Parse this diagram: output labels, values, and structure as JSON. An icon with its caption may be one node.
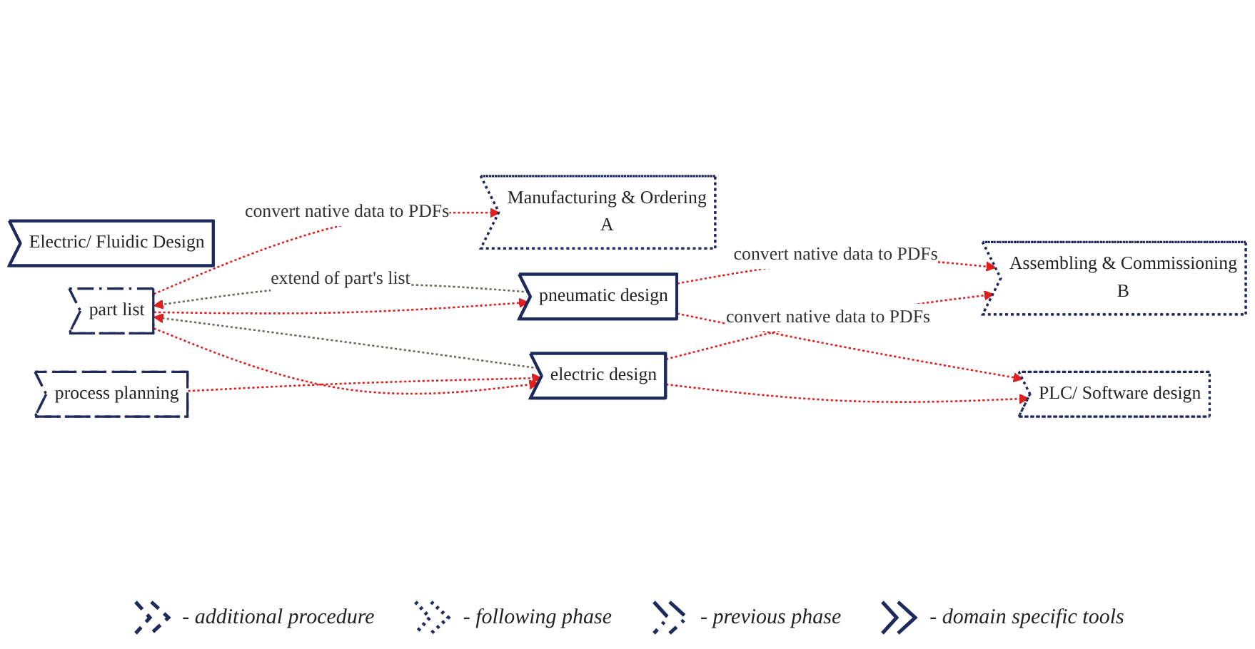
{
  "diagram": {
    "nodes": [
      {
        "text": [
          "Electric/ Fluidic Design"
        ]
      },
      {
        "text": [
          "part list"
        ]
      },
      {
        "text": [
          "process planning"
        ]
      },
      {
        "text": [
          "Manufacturing & Ordering",
          "A"
        ]
      },
      {
        "text": [
          "Assembling & Commissioning",
          "B"
        ]
      },
      {
        "text": [
          "electric design"
        ]
      },
      {
        "text": [
          "pneumatic design"
        ]
      },
      {
        "text": [
          "PLC/ Software design"
        ]
      }
    ],
    "edges": [
      {
        "from": 1,
        "to": 3,
        "arrow": "to",
        "style": "dashed",
        "label": "convert native data to PDFs"
      },
      {
        "from": 1,
        "to": 5,
        "arrow": "to",
        "style": "dashed"
      },
      {
        "from": 1,
        "to": 6,
        "arrow": "to",
        "style": "dashed"
      },
      {
        "from": 2,
        "to": 5,
        "arrow": "to",
        "style": "dashed"
      },
      {
        "from": 5,
        "to": 4,
        "arrow": "to",
        "style": "dashed",
        "label": "convert native data to PDFs"
      },
      {
        "from": 5,
        "to": 7,
        "arrow": "to",
        "style": "dashed"
      },
      {
        "from": 6,
        "to": 4,
        "arrow": "to",
        "style": "dashed",
        "label": "convert native data to PDFs"
      },
      {
        "from": 6,
        "to": 7,
        "arrow": "to",
        "style": "dashed"
      },
      {
        "from": 5,
        "to": 1,
        "arrow": "to",
        "style": "dashed",
        "color": "#6b6b5a"
      },
      {
        "from": 6,
        "to": 1,
        "arrow": "to",
        "style": "dashed",
        "color": "#6b6b5a",
        "label": "extend of part's list"
      }
    ],
    "legend": [
      {
        "text": "- additional procedure"
      },
      {
        "text": "- following phase"
      },
      {
        "text": "- previous phase"
      },
      {
        "text": "- domain specific tools"
      }
    ]
  }
}
